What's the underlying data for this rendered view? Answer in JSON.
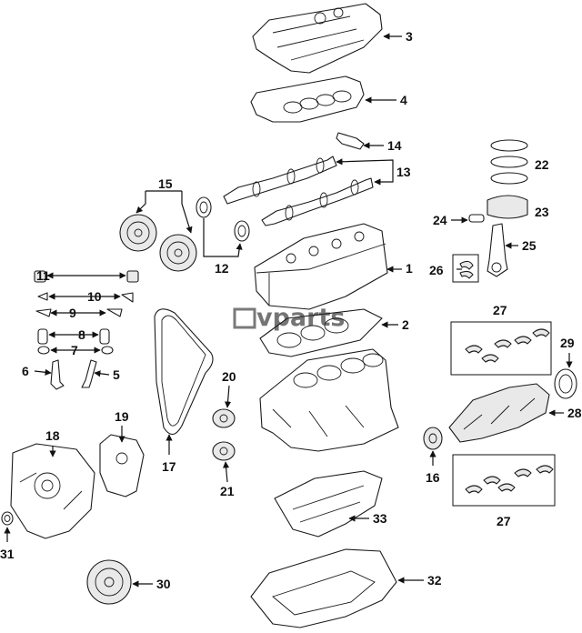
{
  "watermark": {
    "text": "vparts"
  },
  "callouts": {
    "c1": "1",
    "c2": "2",
    "c3": "3",
    "c4": "4",
    "c5": "5",
    "c6": "6",
    "c7": "7",
    "c8": "8",
    "c9": "9",
    "c10": "10",
    "c11": "11",
    "c12": "12",
    "c13": "13",
    "c14": "14",
    "c15": "15",
    "c16": "16",
    "c17": "17",
    "c18": "18",
    "c19": "19",
    "c20": "20",
    "c21": "21",
    "c22": "22",
    "c23": "23",
    "c24": "24",
    "c25": "25",
    "c26": "26",
    "c27a": "27",
    "c27b": "27",
    "c28": "28",
    "c29": "29",
    "c30": "30",
    "c31": "31",
    "c32": "32",
    "c33": "33"
  }
}
